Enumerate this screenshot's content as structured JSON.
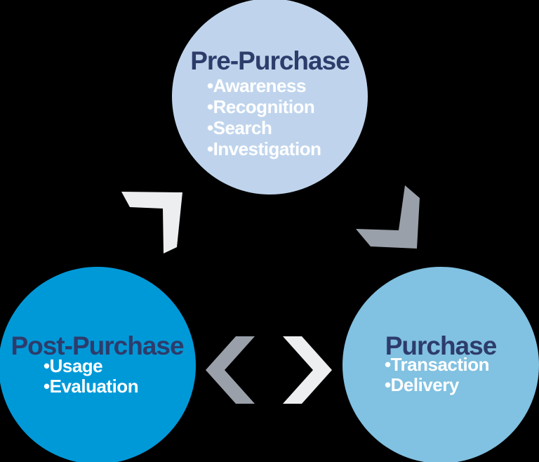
{
  "background": "#000000",
  "bullet_char": "•",
  "colors": {
    "pre_circle": "#bfd4ec",
    "post_circle": "#0099d8",
    "purchase_circle": "#81c1e1",
    "title_text": "#2d3c6b",
    "bullet_text": "#ffffff",
    "chevron_dark": "#99a0a9",
    "chevron_light": "#eceef0"
  },
  "diagram": {
    "name": "purchase-cycle",
    "stages": [
      {
        "id": "pre-purchase",
        "title": "Pre-Purchase",
        "bullets": [
          "Awareness",
          "Recognition",
          "Search",
          "Investigation"
        ]
      },
      {
        "id": "purchase",
        "title": "Purchase",
        "bullets": [
          "Transaction",
          "Delivery"
        ]
      },
      {
        "id": "post-purchase",
        "title": "Post-Purchase",
        "bullets": [
          "Usage",
          "Evaluation"
        ]
      }
    ],
    "arrows": [
      {
        "id": "pre-to-purchase",
        "direction": "down-right",
        "color_ref": "chevron_dark"
      },
      {
        "id": "purchase-to-post",
        "direction": "left",
        "color_ref": "chevron_dark"
      },
      {
        "id": "post-to-pre",
        "direction": "up-right",
        "color_ref": "chevron_light"
      },
      {
        "id": "center-right",
        "direction": "right",
        "color_ref": "chevron_light"
      }
    ]
  }
}
